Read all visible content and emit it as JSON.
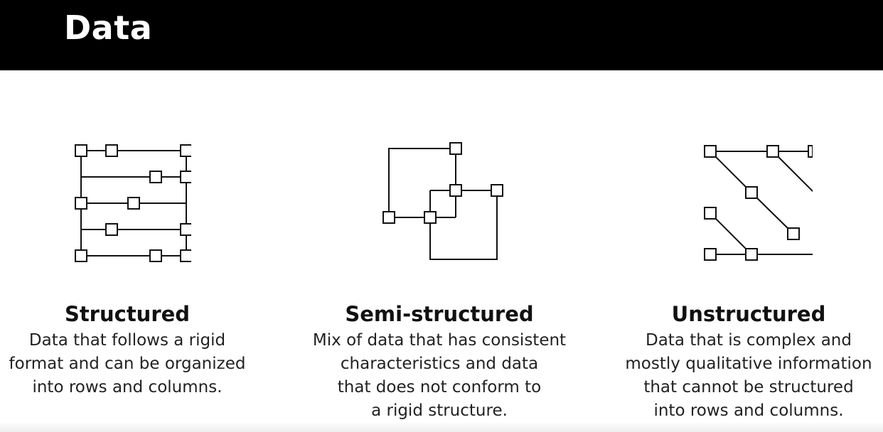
{
  "header": {
    "title": "Data"
  },
  "categories": [
    {
      "title": "Structured",
      "icon": "structured-grid-icon",
      "description": [
        "Data that follows a rigid",
        "format and can be organized",
        "into rows and columns."
      ]
    },
    {
      "title": "Semi-structured",
      "icon": "semi-structured-overlap-icon",
      "description": [
        "Mix of data that has consistent",
        "characteristics and data",
        "that does not conform to",
        "a rigid structure."
      ]
    },
    {
      "title": "Unstructured",
      "icon": "unstructured-scatter-icon",
      "description": [
        "Data that is complex and",
        "mostly qualitative information",
        "that cannot be structured",
        "into rows and columns."
      ]
    }
  ],
  "colors": {
    "header_background": "#000000",
    "header_text": "#ffffff",
    "body_background": "#ffffff",
    "text": "#111111"
  }
}
